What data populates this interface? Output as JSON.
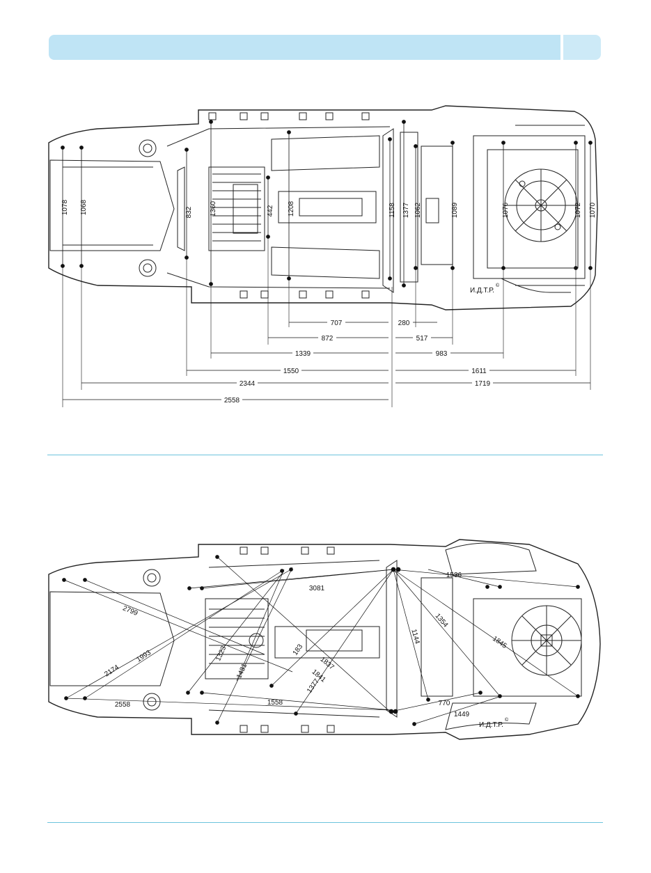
{
  "watermark": "И.Д.Т.Р.",
  "copyright_symbol": "©",
  "top_diagram": {
    "vertical_dimensions": [
      "1078",
      "1068",
      "832",
      "1360",
      "442",
      "1208",
      "1158",
      "1377",
      "1062",
      "1089",
      "1076",
      "1072",
      "1070"
    ],
    "horizontal_dimensions": {
      "row1": [
        "707",
        "280"
      ],
      "row2": [
        "872",
        "517"
      ],
      "row3": [
        "1339",
        "983"
      ],
      "row4": [
        "1550",
        "1611"
      ],
      "row5": [
        "2344",
        "1719"
      ],
      "row6": [
        "2558"
      ]
    }
  },
  "bottom_diagram": {
    "diagonal_dimensions": [
      "2799",
      "2174",
      "1993",
      "1323",
      "1431",
      "183",
      "3081",
      "1837",
      "1841",
      "1377",
      "1558",
      "2558",
      "1144",
      "1354",
      "1845",
      "1536",
      "770",
      "1449"
    ]
  },
  "colors": {
    "header_bar": "#bfe4f5",
    "rule": "#6cc3dc",
    "line": "#222222"
  }
}
